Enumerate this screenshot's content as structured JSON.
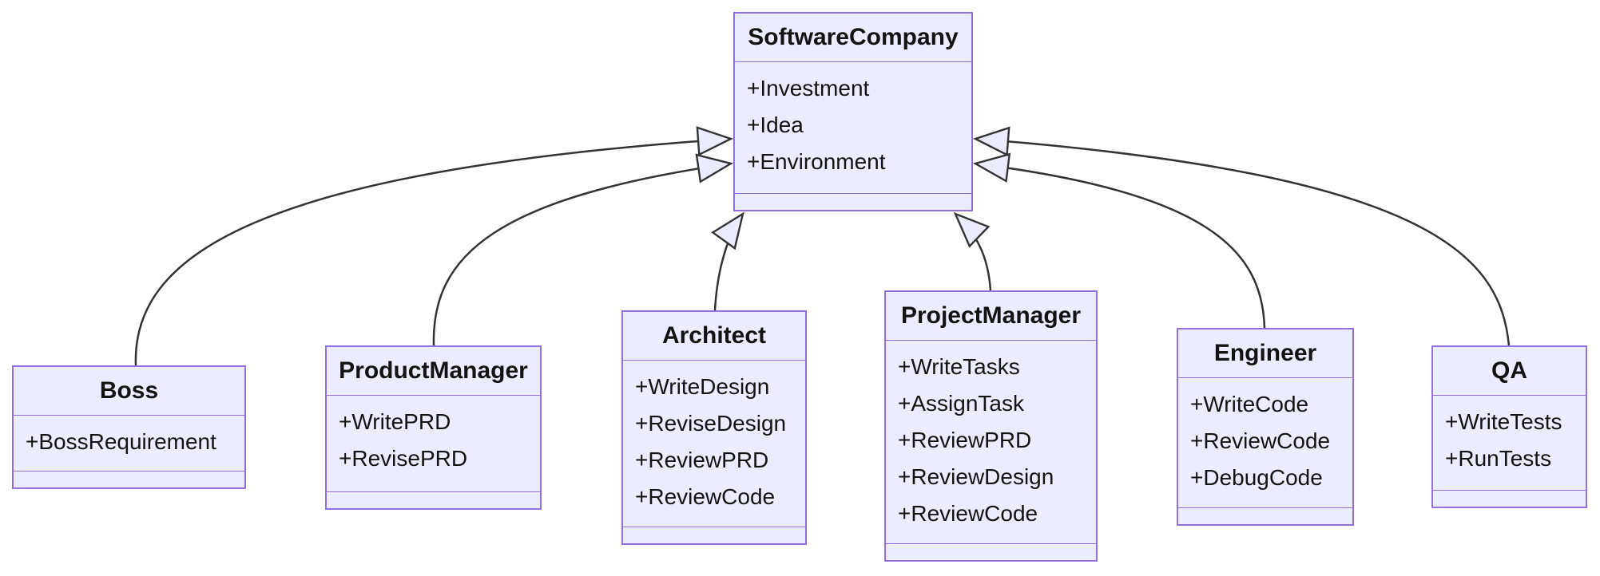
{
  "diagram": {
    "kind": "uml-class-diagram",
    "relation_type": "inheritance",
    "colors": {
      "background": "#ffffff",
      "node_fill": "#ECECFF",
      "node_border": "#9370DB",
      "edge_line": "#333333",
      "text": "#131313"
    },
    "classes": [
      {
        "id": "software-company",
        "name": "SoftwareCompany",
        "members": [
          "+Investment",
          "+Idea",
          "+Environment"
        ]
      },
      {
        "id": "boss",
        "name": "Boss",
        "members": [
          "+BossRequirement"
        ]
      },
      {
        "id": "product-manager",
        "name": "ProductManager",
        "members": [
          "+WritePRD",
          "+RevisePRD"
        ]
      },
      {
        "id": "architect",
        "name": "Architect",
        "members": [
          "+WriteDesign",
          "+ReviseDesign",
          "+ReviewPRD",
          "+ReviewCode"
        ]
      },
      {
        "id": "project-manager",
        "name": "ProjectManager",
        "members": [
          "+WriteTasks",
          "+AssignTask",
          "+ReviewPRD",
          "+ReviewDesign",
          "+ReviewCode"
        ]
      },
      {
        "id": "engineer",
        "name": "Engineer",
        "members": [
          "+WriteCode",
          "+ReviewCode",
          "+DebugCode"
        ]
      },
      {
        "id": "qa",
        "name": "QA",
        "members": [
          "+WriteTests",
          "+RunTests"
        ]
      }
    ],
    "edges": [
      {
        "from": "Boss",
        "to": "SoftwareCompany",
        "type": "inheritance"
      },
      {
        "from": "ProductManager",
        "to": "SoftwareCompany",
        "type": "inheritance"
      },
      {
        "from": "Architect",
        "to": "SoftwareCompany",
        "type": "inheritance"
      },
      {
        "from": "ProjectManager",
        "to": "SoftwareCompany",
        "type": "inheritance"
      },
      {
        "from": "Engineer",
        "to": "SoftwareCompany",
        "type": "inheritance"
      },
      {
        "from": "QA",
        "to": "SoftwareCompany",
        "type": "inheritance"
      }
    ]
  }
}
